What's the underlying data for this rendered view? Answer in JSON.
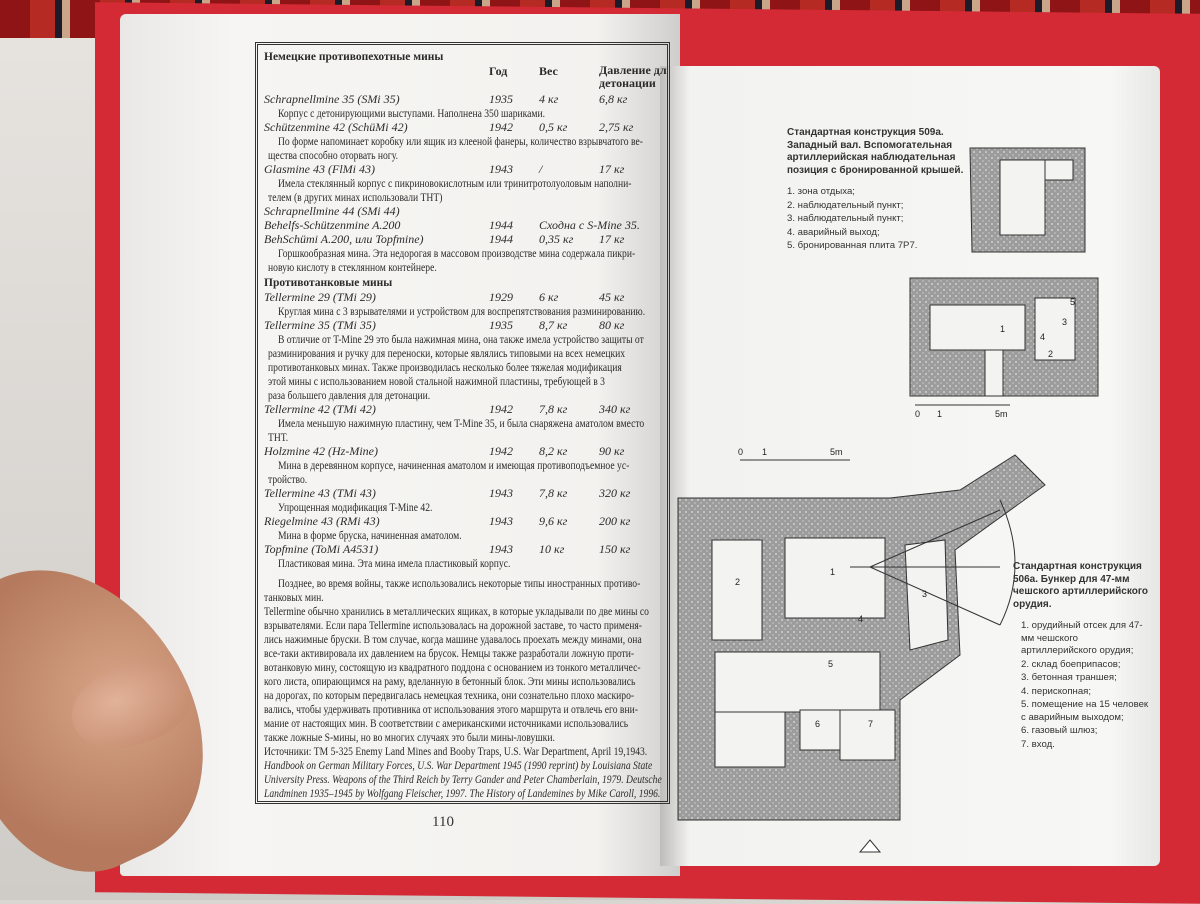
{
  "left_page": {
    "page_number": "110",
    "section1_title": "Немецкие противопехотные мины",
    "col_headers": [
      "Год",
      "Вес",
      "Давление для детонации"
    ],
    "section2_title": "Противотанковые мины",
    "mines_ap": [
      {
        "name": "Schrapnellmine 35 (SMi 35)",
        "year": "1935",
        "weight": "4 кг",
        "pressure": "6,8 кг",
        "desc": [
          "Корпус с детонирующими выступами. Наполнена 350 шариками."
        ]
      },
      {
        "name": "Schützenmine 42 (SchüMi 42)",
        "year": "1942",
        "weight": "0,5 кг",
        "pressure": "2,75 кг",
        "desc": [
          "По форме напоминает коробку или ящик из клееной фанеры, количество взрывчатого ве-",
          "щества способно оторвать ногу."
        ]
      },
      {
        "name": "Glasmine 43 (FlMi 43)",
        "year": "1943",
        "weight": "/",
        "pressure": "17 кг",
        "desc": [
          "Имела стеклянный корпус с пикриновокислотным или тринитротолуоловым наполни-",
          "телем (в других минах использовали ТНТ)"
        ]
      },
      {
        "name": "Schrapnellmine 44 (SMi 44)",
        "desc": []
      },
      {
        "name": "Behelfs-Schützenmine A.200",
        "year": "1944",
        "weight": "Сходна с S-Mine 35.",
        "desc": []
      },
      {
        "name": "BehSchümi A.200, или Topfmine)",
        "year": "1944",
        "weight": "0,35 кг",
        "pressure": "17 кг",
        "desc": [
          "Горшкообразная мина. Эта недорогая в массовом производстве мина содержала пикри-",
          "новую кислоту в стеклянном контейнере."
        ]
      }
    ],
    "mines_at": [
      {
        "name": "Tellermine 29 (TMi 29)",
        "year": "1929",
        "weight": "6 кг",
        "pressure": "45 кг",
        "desc": [
          "Круглая мина с 3 взрывателями и устройством для воспрепятствования разминированию."
        ]
      },
      {
        "name": "Tellermine 35 (TMi 35)",
        "year": "1935",
        "weight": "8,7 кг",
        "pressure": "80 кг",
        "desc": [
          "В отличие от T-Mine 29 это была нажимная мина, она также имела устройство защиты от",
          "разминирования и ручку для переноски, которые являлись типовыми на всех немецких",
          "противотанковых минах. Также производилась несколько более тяжелая модификация",
          "этой мины с использованием новой стальной нажимной пластины, требующей в 3",
          "раза большего давления для детонации."
        ]
      },
      {
        "name": "Tellermine 42 (TMi 42)",
        "year": "1942",
        "weight": "7,8 кг",
        "pressure": "340 кг",
        "desc": [
          "Имела меньшую нажимную пластину, чем T-Mine 35, и была снаряжена аматолом вместо",
          "ТНТ."
        ]
      },
      {
        "name": "Holzmine 42 (Hz-Mine)",
        "year": "1942",
        "weight": "8,2 кг",
        "pressure": "90 кг",
        "desc": [
          "Мина в деревянном корпусе, начиненная аматолом и имеющая противоподъемное ус-",
          "тройство."
        ]
      },
      {
        "name": "Tellermine 43 (TMi 43)",
        "year": "1943",
        "weight": "7,8 кг",
        "pressure": "320 кг",
        "desc": [
          "Упрощенная модификация T-Mine 42."
        ]
      },
      {
        "name": "Riegelmine 43 (RMi 43)",
        "year": "1943",
        "weight": "9,6 кг",
        "pressure": "200 кг",
        "desc": [
          "Мина в форме бруска, начиненная аматолом."
        ]
      },
      {
        "name": "Topfmine (ToMi A4531)",
        "year": "1943",
        "weight": "10 кг",
        "pressure": "150 кг",
        "desc": [
          "Пластиковая мина. Эта мина имела пластиковый корпус."
        ]
      }
    ],
    "paragraph": [
      "Позднее, во время войны, также использовались некоторые типы иностранных противо-",
      "танковых мин.",
      "Tellermine обычно хранились в металлических ящиках, в которые укладывали по две мины со",
      "взрывателями. Если пара Tellermine использовалась на дорожной заставе, то часто применя-",
      "лись нажимные бруски. В том случае, когда машине удавалось проехать между минами, она",
      "все-таки активировала их давлением на брусок. Немцы также разработали ложную проти-",
      "вотанковую мину, состоящую из квадратного поддона с основанием из тонкого металличес-",
      "кого листа, опирающимся на раму, вделанную в бетонный блок. Эти мины использовались",
      "на дорогах, по которым передвигалась немецкая техника, они сознательно плохо маскиро-",
      "вались, чтобы удерживать противника от использования этого маршрута и отвлечь его вни-",
      "мание от настоящих мин. В соответствии с американскими источниками использовались",
      "также ложные S-мины, но во многих случаях это были мины-ловушки."
    ],
    "sources": [
      "Источники: TM 5-325 Enemy Land Mines and Booby Traps, U.S. War Department, April 19,1943.",
      "Handbook on German Military Forces, U.S. War Department 1945 (1990 reprint) by Louisiana State",
      "University Press. Weapons of the Third Reich by Terry Gander and Peter Chamberlain, 1979. Deutsche",
      "Landminen 1935–1945 by Wolfgang Fleischer, 1997. The History of Landemines by Mike Caroll, 1996."
    ]
  },
  "right_page": {
    "fig1_caption": "Стандартная конструкция 509а. Западный вал. Вспомогательная артиллерийская наблюдательная позиция с бронированной крышей.",
    "fig1_items": [
      "1. зона отдыха;",
      "2. наблюдательный пункт;",
      "3. наблюдательный пункт;",
      "4. аварийный выход;",
      "5. бронированная плита 7Р7."
    ],
    "fig2_caption": "Стандартная конструкция 506а. Бункер для 47-мм чешского артиллерийского орудия.",
    "fig2_items": [
      "1. орудийный отсек для 47-мм чешского артиллерийского орудия;",
      "2. склад боеприпасов;",
      "3. бетонная траншея;",
      "4. перископная;",
      "5. помещение на 15 человек с аварийным выходом;",
      "6. газовый шлюз;",
      "7. вход."
    ],
    "scale_labels": [
      "0",
      "1",
      "5m"
    ],
    "plan1_labels": [
      "1",
      "2",
      "3",
      "4",
      "5"
    ],
    "plan2_labels": [
      "1",
      "2",
      "3",
      "4",
      "5",
      "6",
      "7"
    ]
  }
}
